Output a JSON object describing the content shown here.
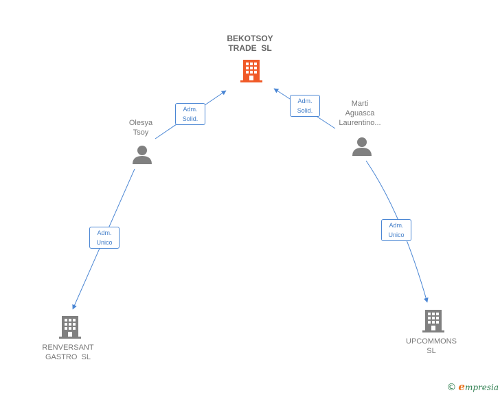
{
  "colors": {
    "edge": "#4a86d4",
    "company_main": "#f05a28",
    "company": "#808080",
    "person": "#808080"
  },
  "nodes": {
    "bekotsoy": {
      "lines": [
        "BEKOTSOY",
        "TRADE  SL"
      ],
      "icon": "building-icon"
    },
    "olesya": {
      "lines": [
        "Olesya",
        "Tsoy"
      ],
      "icon": "person-icon"
    },
    "marti": {
      "lines": [
        "Marti",
        "Aguasca",
        "Laurentino..."
      ],
      "icon": "person-icon"
    },
    "renversant": {
      "lines": [
        "RENVERSANT",
        "GASTRO  SL"
      ],
      "icon": "building-icon"
    },
    "upcommons": {
      "lines": [
        "UPCOMMONS",
        "SL"
      ],
      "icon": "building-icon"
    }
  },
  "edges": {
    "olesya_bekotsoy": {
      "lines": [
        "Adm.",
        "Solid."
      ]
    },
    "marti_bekotsoy": {
      "lines": [
        "Adm.",
        "Solid."
      ]
    },
    "olesya_renversant": {
      "lines": [
        "Adm.",
        "Unico"
      ]
    },
    "marti_upcommons": {
      "lines": [
        "Adm.",
        "Unico"
      ]
    }
  },
  "brand": {
    "copyright": "©",
    "e": "e",
    "rest": "mpresia"
  }
}
